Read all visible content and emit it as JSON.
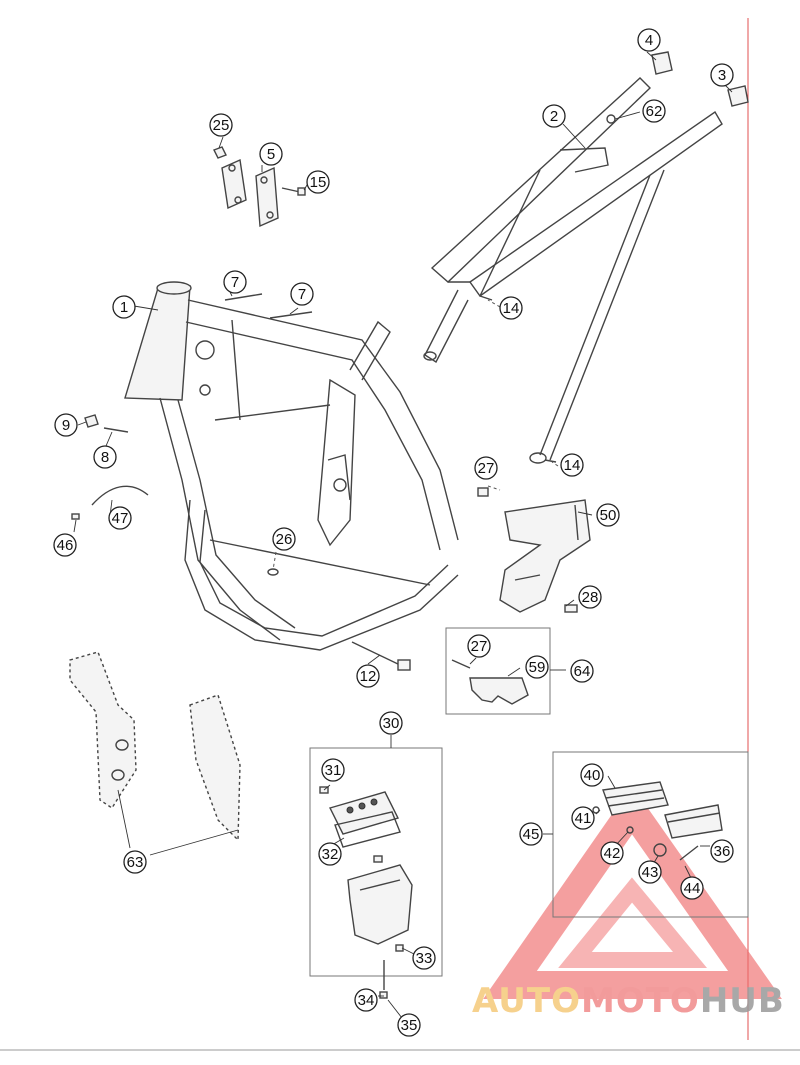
{
  "callouts": [
    {
      "id": "c1",
      "label": "1"
    },
    {
      "id": "c2",
      "label": "2"
    },
    {
      "id": "c3",
      "label": "3"
    },
    {
      "id": "c4",
      "label": "4"
    },
    {
      "id": "c5",
      "label": "5"
    },
    {
      "id": "c7a",
      "label": "7"
    },
    {
      "id": "c7b",
      "label": "7"
    },
    {
      "id": "c8",
      "label": "8"
    },
    {
      "id": "c9",
      "label": "9"
    },
    {
      "id": "c12",
      "label": "12"
    },
    {
      "id": "c14a",
      "label": "14"
    },
    {
      "id": "c14b",
      "label": "14"
    },
    {
      "id": "c15",
      "label": "15"
    },
    {
      "id": "c25",
      "label": "25"
    },
    {
      "id": "c26",
      "label": "26"
    },
    {
      "id": "c27a",
      "label": "27"
    },
    {
      "id": "c27b",
      "label": "27"
    },
    {
      "id": "c28",
      "label": "28"
    },
    {
      "id": "c30",
      "label": "30"
    },
    {
      "id": "c31",
      "label": "31"
    },
    {
      "id": "c32",
      "label": "32"
    },
    {
      "id": "c33",
      "label": "33"
    },
    {
      "id": "c34",
      "label": "34"
    },
    {
      "id": "c35",
      "label": "35"
    },
    {
      "id": "c36",
      "label": "36"
    },
    {
      "id": "c40",
      "label": "40"
    },
    {
      "id": "c41",
      "label": "41"
    },
    {
      "id": "c42",
      "label": "42"
    },
    {
      "id": "c43",
      "label": "43"
    },
    {
      "id": "c44",
      "label": "44"
    },
    {
      "id": "c45",
      "label": "45"
    },
    {
      "id": "c46",
      "label": "46"
    },
    {
      "id": "c47",
      "label": "47"
    },
    {
      "id": "c50",
      "label": "50"
    },
    {
      "id": "c59",
      "label": "59"
    },
    {
      "id": "c62",
      "label": "62"
    },
    {
      "id": "c63",
      "label": "63"
    },
    {
      "id": "c64",
      "label": "64"
    }
  ],
  "watermark": {
    "word_auto": "AUTO",
    "word_moto": "MOTO",
    "word_hub": "HUB",
    "color_auto": "#f5c97a",
    "color_moto": "#f08a8a",
    "color_hub": "#9a9a9a",
    "triangle_color": "#ee6a6a"
  },
  "colors": {
    "line": "#444444",
    "edge_marker": "#e05050"
  }
}
